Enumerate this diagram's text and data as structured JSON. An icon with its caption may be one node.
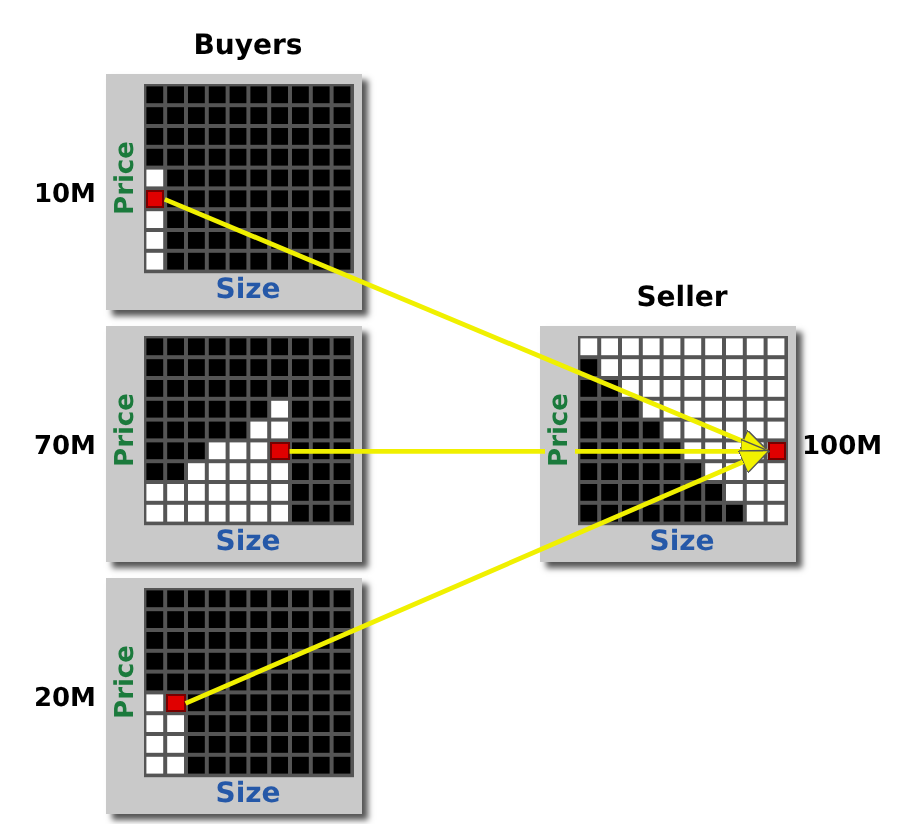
{
  "diagram": {
    "nodes": [
      {
        "text": [
          "Price",
          "Size"
        ],
        "beside": [
          "10M"
        ]
      },
      {
        "text": [],
        "shape": "box",
        "in": 0
      },
      {
        "text": [
          "Price",
          "Size"
        ],
        "beside": [
          "70M"
        ]
      },
      {
        "text": [],
        "shape": "box",
        "in": 2
      },
      {
        "text": [
          "Price",
          "Size"
        ],
        "beside": [
          "20M"
        ]
      },
      {
        "text": [],
        "shape": "box",
        "in": 4
      },
      {
        "text": [
          "Seller",
          "Price",
          "Size"
        ],
        "beside": [
          "100M"
        ]
      },
      {
        "text": [],
        "shape": "box",
        "in": 6
      }
    ],
    "edges": [
      {
        "from": 1,
        "to": 7,
        "arrow": "to"
      },
      {
        "from": 3,
        "to": 7,
        "arrow": "to"
      },
      {
        "from": 5,
        "to": 7,
        "arrow": "to"
      }
    ],
    "labels": [
      "Buyers"
    ]
  }
}
